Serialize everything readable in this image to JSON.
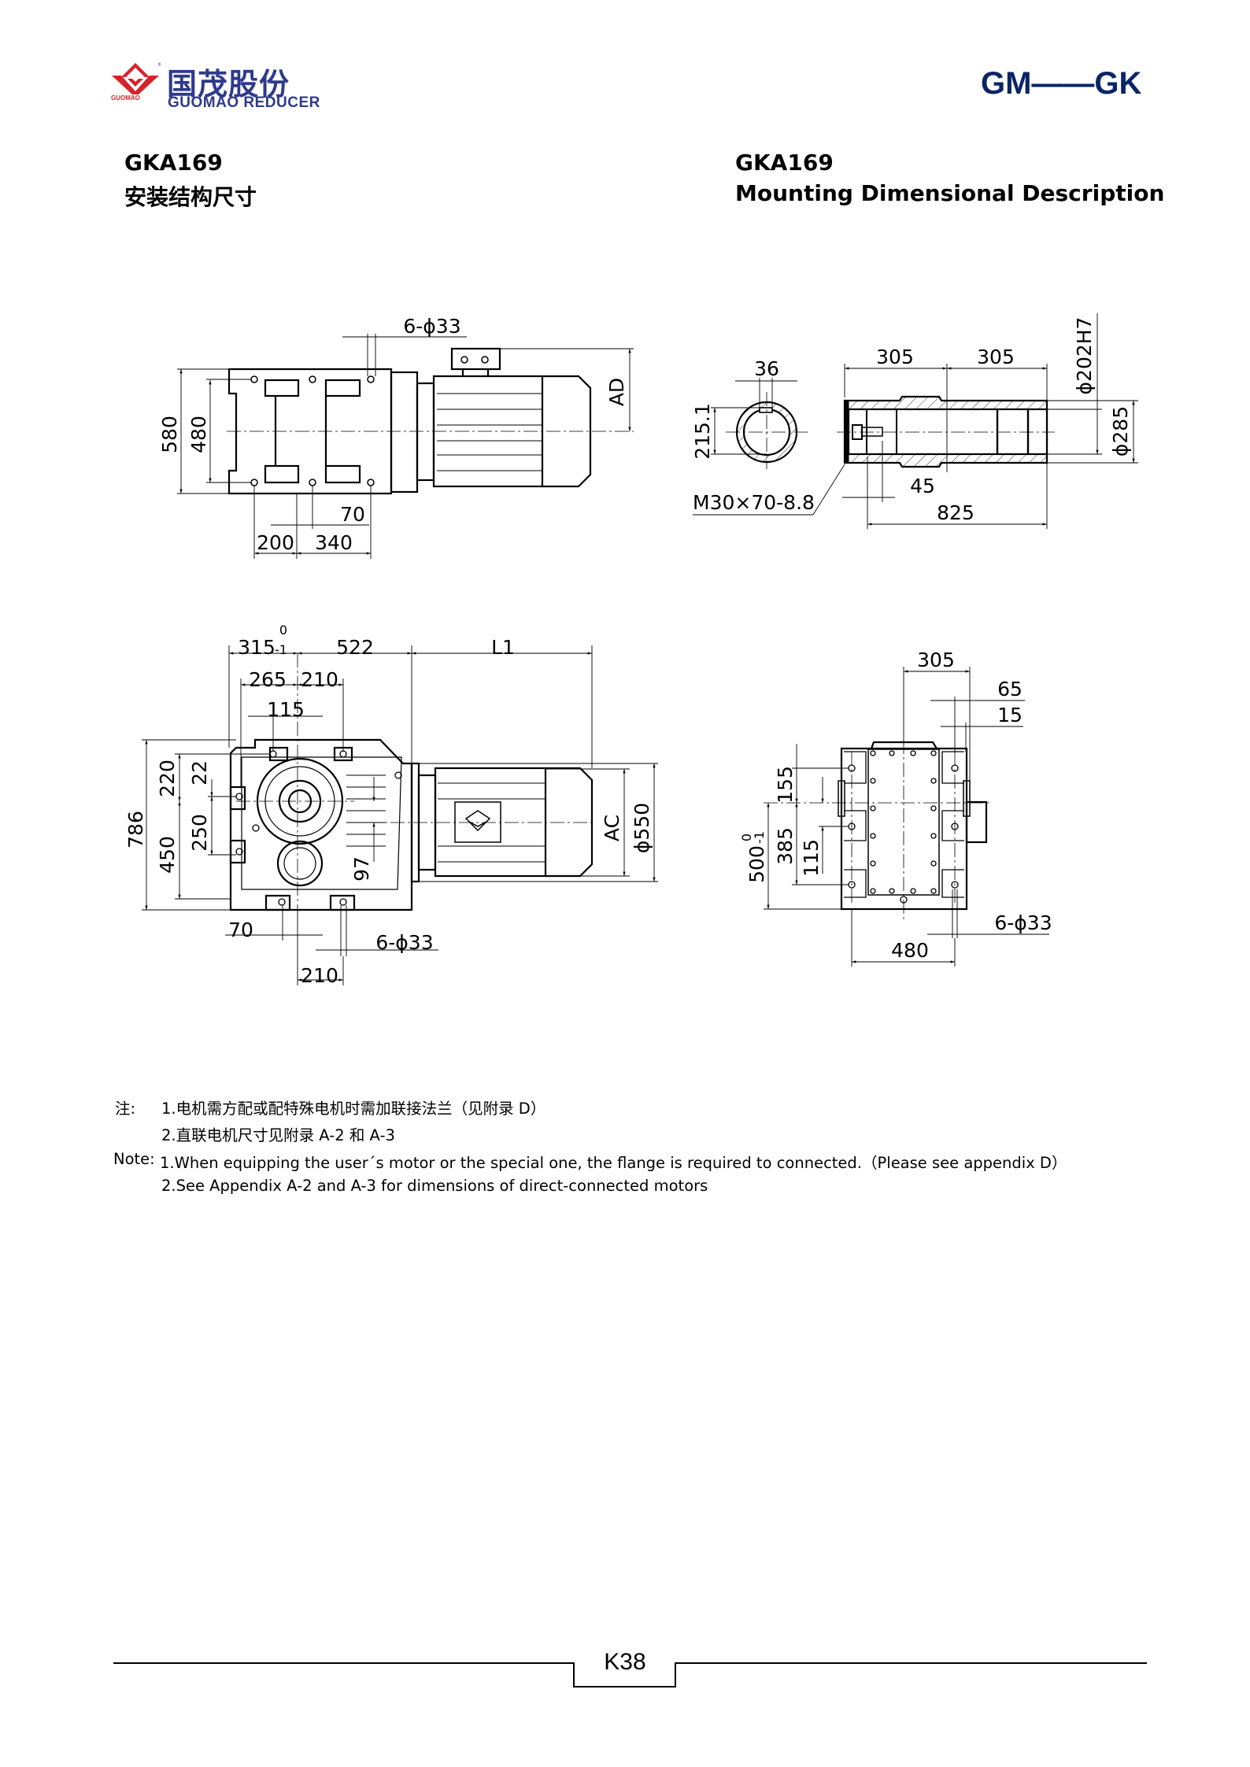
{
  "header": {
    "logo_cn": "国茂股份",
    "logo_en": "GUOMAO REDUCER",
    "logo_small": "GUOMAO",
    "series": "GM——GK",
    "brand_color": "#2e3a8c",
    "logo_red": "#d8222a"
  },
  "titles": {
    "left_model": "GKA169",
    "left_subtitle": "安装结构尺寸",
    "right_model": "GKA169",
    "right_subtitle": "Mounting Dimensional Description"
  },
  "top_view": {
    "holes": "6-ϕ33",
    "d580": "580",
    "d480": "480",
    "d70": "70",
    "d200": "200",
    "d340": "340",
    "ad": "AD"
  },
  "shaft_view": {
    "key_width": "36",
    "key_height": "215.1",
    "bolt": "M30×70-8.8",
    "len_a": "305",
    "len_b": "305",
    "bore": "ϕ202H7",
    "outer": "ϕ285",
    "d45": "45",
    "d825": "825"
  },
  "front_view": {
    "d315": "315",
    "d315_upper": "0",
    "d315_lower": "-1",
    "d522": "522",
    "l1": "L1",
    "d265": "265",
    "d210_top": "210",
    "d115": "115",
    "d786": "786",
    "d220": "220",
    "d22": "22",
    "d450": "450",
    "d250": "250",
    "d97": "97",
    "ac": "AC",
    "d550": "ϕ550",
    "d70": "70",
    "holes": "6-ϕ33",
    "d210_bottom": "210"
  },
  "side_view": {
    "d305": "305",
    "d65": "65",
    "d15": "15",
    "d155": "155",
    "d385": "385",
    "d115": "115",
    "d500": "500",
    "d500_upper": "0",
    "d500_lower": "-1",
    "holes": "6-ϕ33",
    "d480": "480"
  },
  "notes": {
    "cn_label": "注:",
    "cn_1": "1.电机需方配或配特殊电机时需加联接法兰（见附录 D）",
    "cn_2": "2.直联电机尺寸见附录 A-2 和 A-3",
    "en_label": "Note:",
    "en_1": "1.When equipping the user´s motor or the special one, the flange is required to connected.（Please see appendix D）",
    "en_2": "2.See Appendix A-2 and A-3 for dimensions of direct-connected motors"
  },
  "footer": {
    "page": "K38"
  }
}
